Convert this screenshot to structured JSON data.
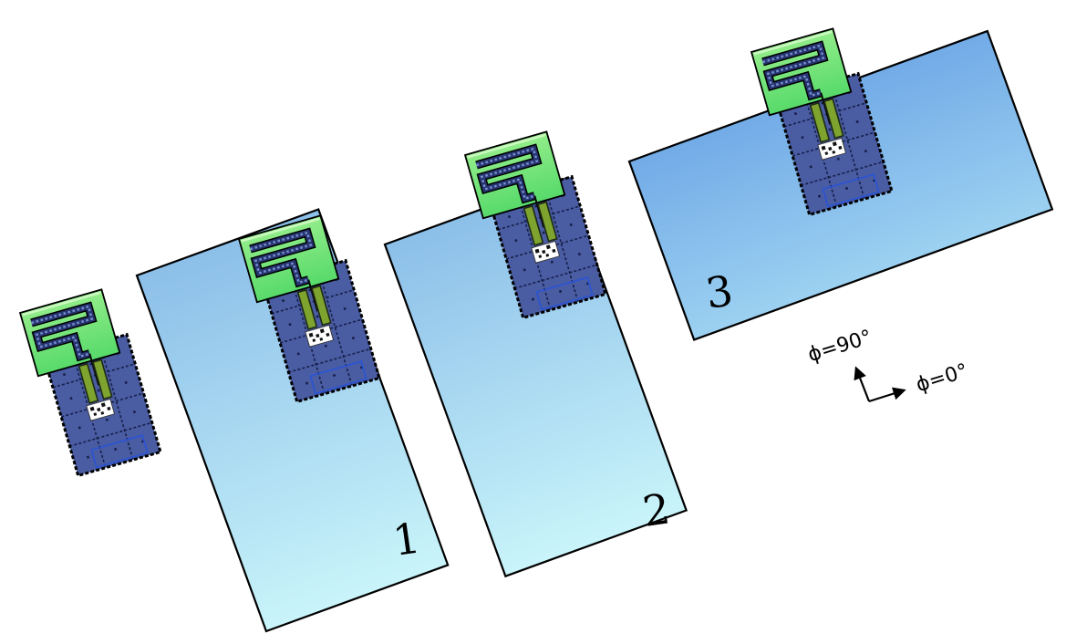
{
  "figure": {
    "ground_planes": [
      {
        "label": "1"
      },
      {
        "label": "2"
      },
      {
        "label": "3"
      }
    ],
    "axis_annotation": {
      "phi_90": "ϕ=90°",
      "phi_0": "ϕ=0°"
    },
    "colors": {
      "plane_small_top": "#8cbfe9",
      "plane_small_bottom": "#c9f4fa",
      "plane_large_top": "#72abe7",
      "plane_large_bottom": "#9cd1f1",
      "substrate_green_light": "#93ed8a",
      "substrate_green_dark": "#57da6a",
      "substrate_highlight": "#cdf8c2",
      "module_blue": "#4a5ca2",
      "grid_navy": "#16204a",
      "trace_navy": "#26356f",
      "trace_dash": "#7b8ed1",
      "via_olive": "#7ea32e",
      "slot_blue": "#2b55d4",
      "chip_white": "#ffffff",
      "outline_black": "#000000",
      "label_color": "#000000"
    }
  }
}
